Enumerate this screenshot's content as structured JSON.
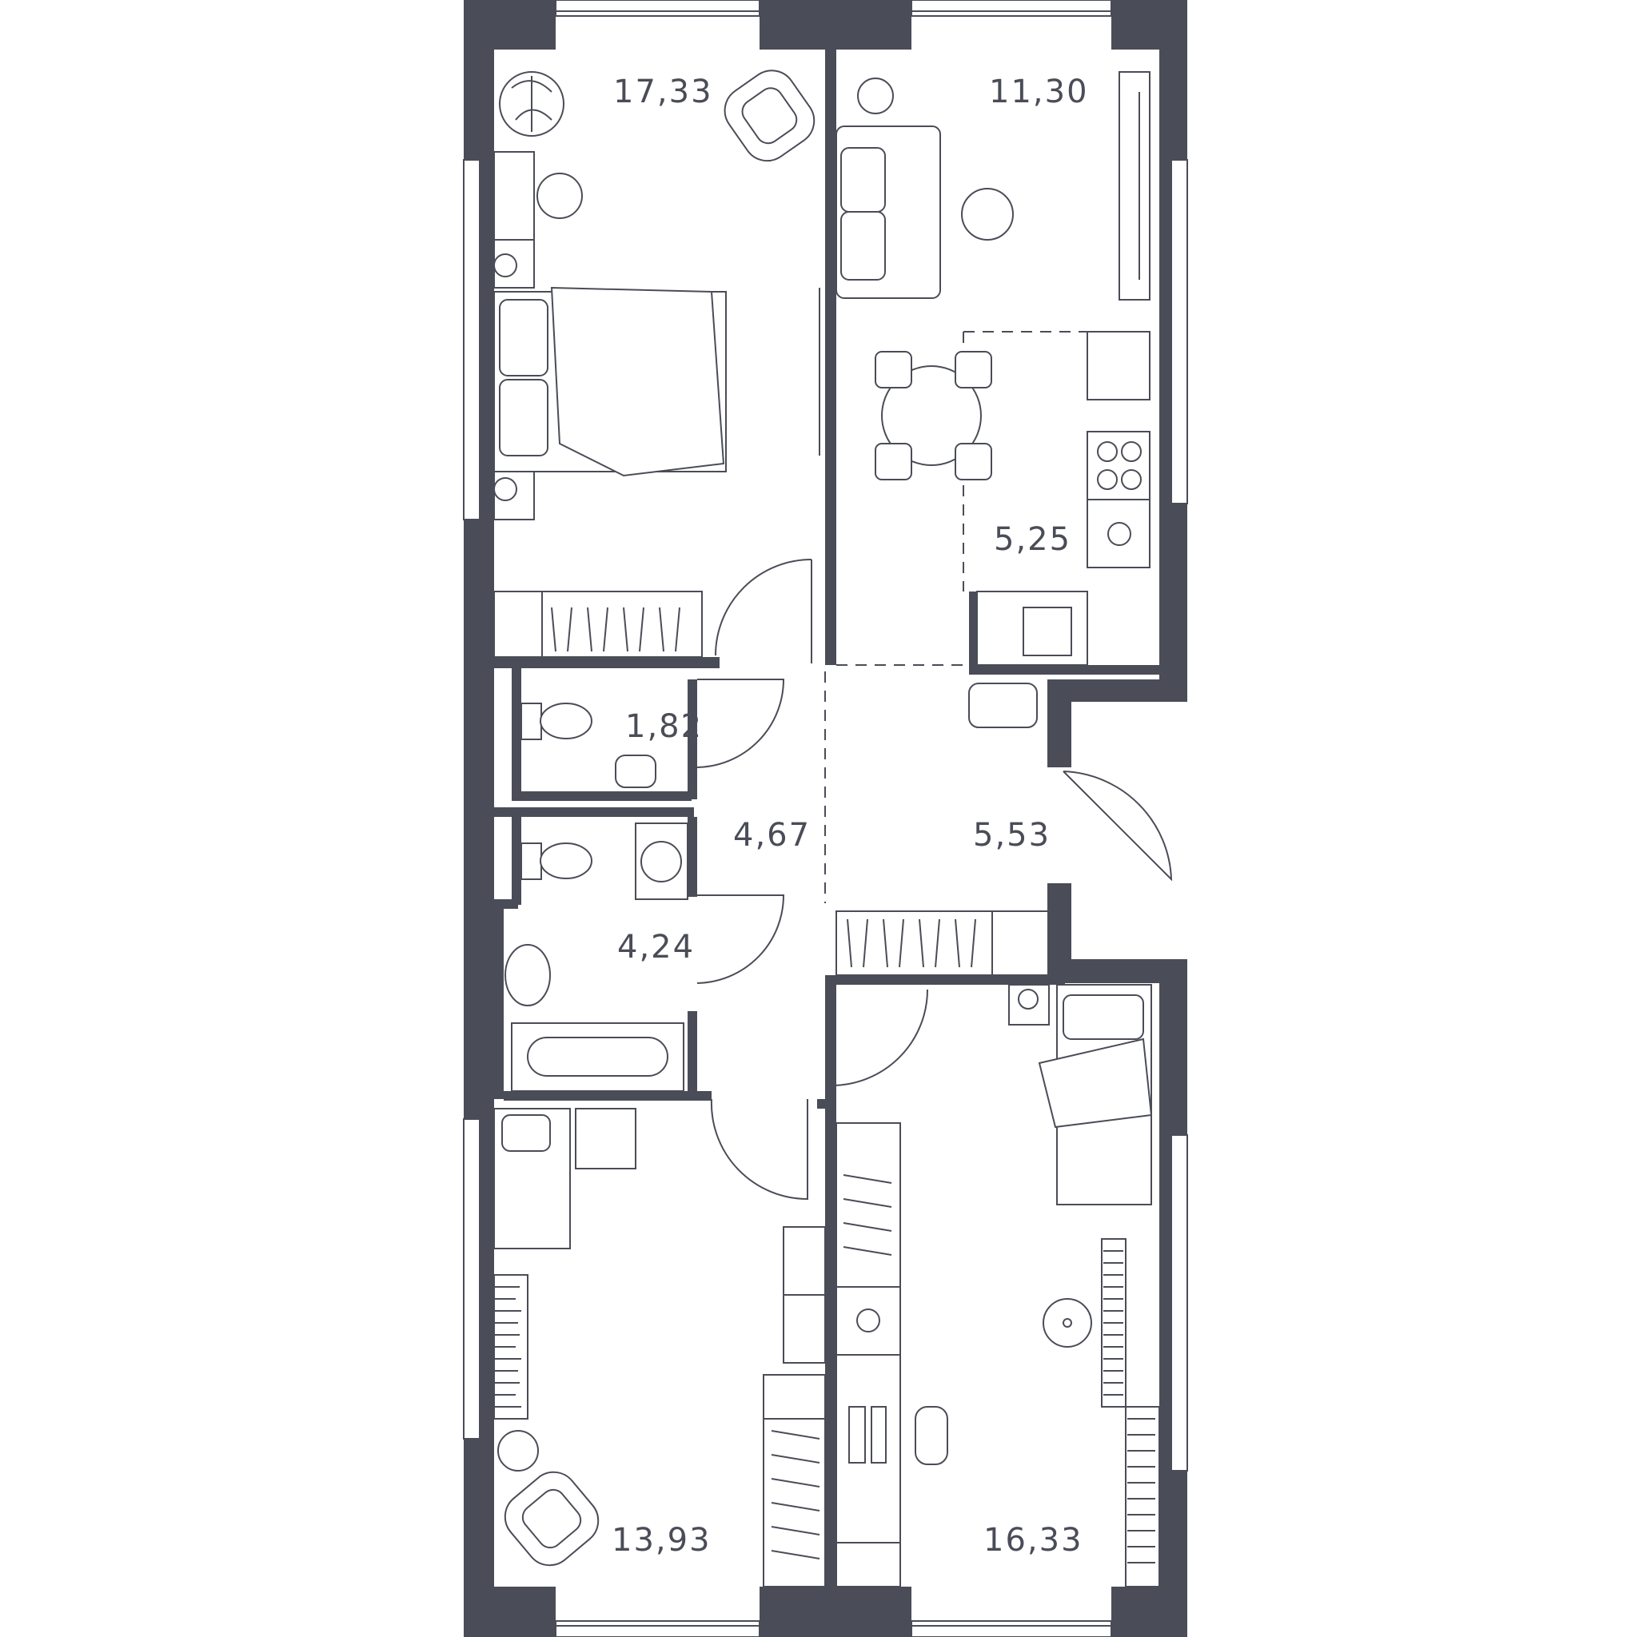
{
  "rooms": [
    {
      "id": "bedroom-nw",
      "area": "17,33"
    },
    {
      "id": "living-ne",
      "area": "11,30"
    },
    {
      "id": "kitchen",
      "area": "5,25"
    },
    {
      "id": "wc",
      "area": "1,82"
    },
    {
      "id": "hall",
      "area": "4,67"
    },
    {
      "id": "corridor",
      "area": "5,53"
    },
    {
      "id": "bathroom",
      "area": "4,24"
    },
    {
      "id": "bedroom-sw",
      "area": "13,93"
    },
    {
      "id": "bedroom-se",
      "area": "16,33"
    }
  ],
  "colors": {
    "wall": "#4a4d57",
    "background": "#ffffff"
  },
  "icons": [
    "armchair-icon",
    "plant-icon",
    "bed-icon",
    "sofa-icon",
    "dining-table-icon",
    "stove-icon",
    "sink-icon",
    "toilet-icon",
    "bathtub-icon",
    "washing-machine-icon",
    "desk-icon",
    "wardrobe-icon",
    "bookshelf-icon",
    "rug-icon"
  ]
}
